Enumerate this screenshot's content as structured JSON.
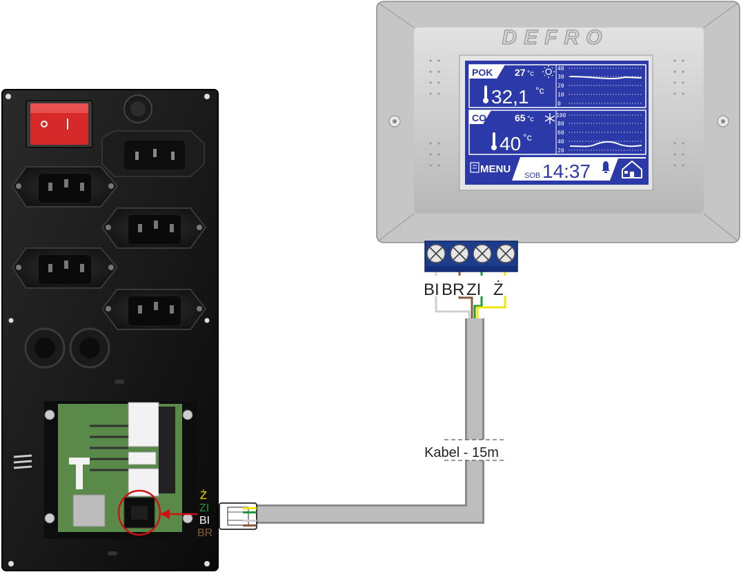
{
  "controller": {
    "brand": "DEFRO",
    "room": {
      "label": "POK",
      "set_temp": "27",
      "temp": "32,1",
      "unit": "°c",
      "axis": [
        "40",
        "30",
        "20",
        "10",
        "0"
      ]
    },
    "co": {
      "label": "CO",
      "set_temp": "65",
      "temp": "40",
      "unit": "°c",
      "axis": [
        "100",
        "80",
        "60",
        "40",
        "20"
      ]
    },
    "menu_label": "MENU",
    "day": "SOB",
    "time": "14:37"
  },
  "terminal_labels": [
    "BI",
    "BR",
    "ZI",
    "Ż"
  ],
  "socket_labels": [
    "Ż",
    "ZI",
    "BI",
    "BR"
  ],
  "cable_label": "Kabel - 15m",
  "colors": {
    "wire_white": "#cfcfcf",
    "wire_brown": "#8b5a3c",
    "wire_green": "#1a9a3a",
    "wire_yellow": "#f2e600",
    "terminal_block": "#1e3c8c",
    "lcd_bg": "#2b3aa8",
    "cable": "#b4b4b4",
    "indicator": "#d01010"
  },
  "icons": [
    "power-switch-icon",
    "sun-icon",
    "snowflake-icon",
    "thermometer-icon",
    "house-icon",
    "bell-icon",
    "arrow-icon"
  ]
}
